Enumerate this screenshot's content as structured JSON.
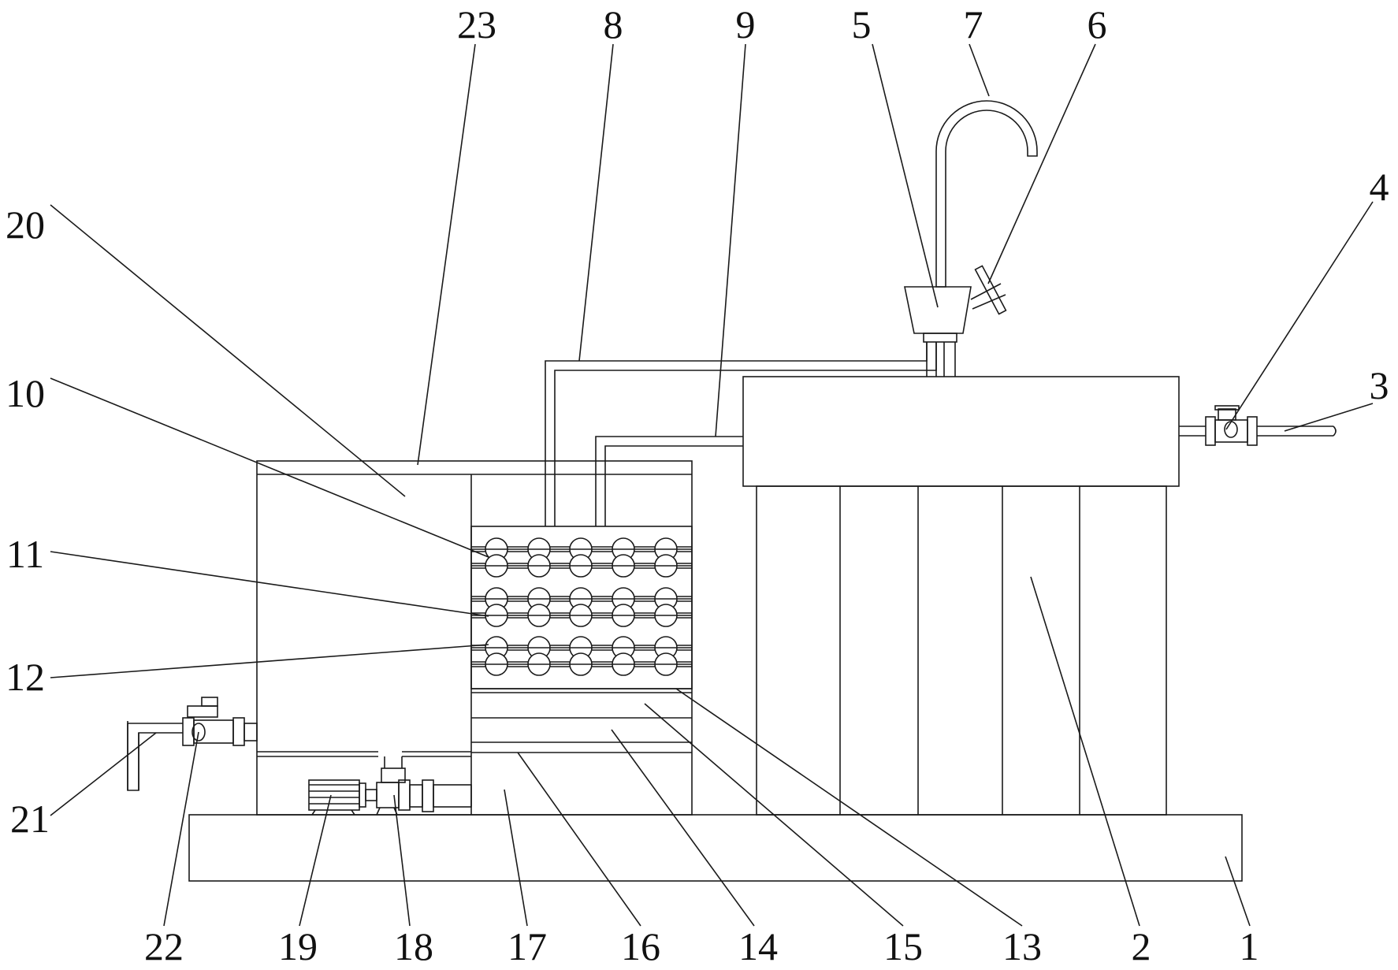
{
  "figure": {
    "callouts": [
      "23",
      "8",
      "9",
      "5",
      "7",
      "6",
      "4",
      "3",
      "20",
      "10",
      "11",
      "12",
      "21",
      "22",
      "19",
      "18",
      "17",
      "16",
      "14",
      "15",
      "13",
      "2",
      "1"
    ]
  },
  "colors": {
    "line": "#1a1a1a",
    "background": "#ffffff"
  }
}
